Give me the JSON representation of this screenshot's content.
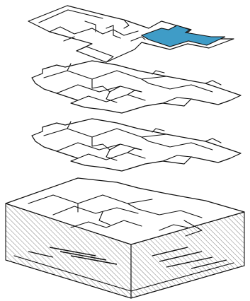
{
  "figure": {
    "kind": "exploded-axonometric-floor-plans",
    "layers": [
      {
        "id": "roof-level",
        "highlight": true
      },
      {
        "id": "upper-floor",
        "highlight": false
      },
      {
        "id": "middle-floor",
        "highlight": false
      },
      {
        "id": "ground-block",
        "highlight": false
      }
    ]
  },
  "colors": {
    "highlight_fill": "#3f9cc7",
    "line": "#111111",
    "plate": "#ffffff",
    "hatch": "#444444"
  }
}
